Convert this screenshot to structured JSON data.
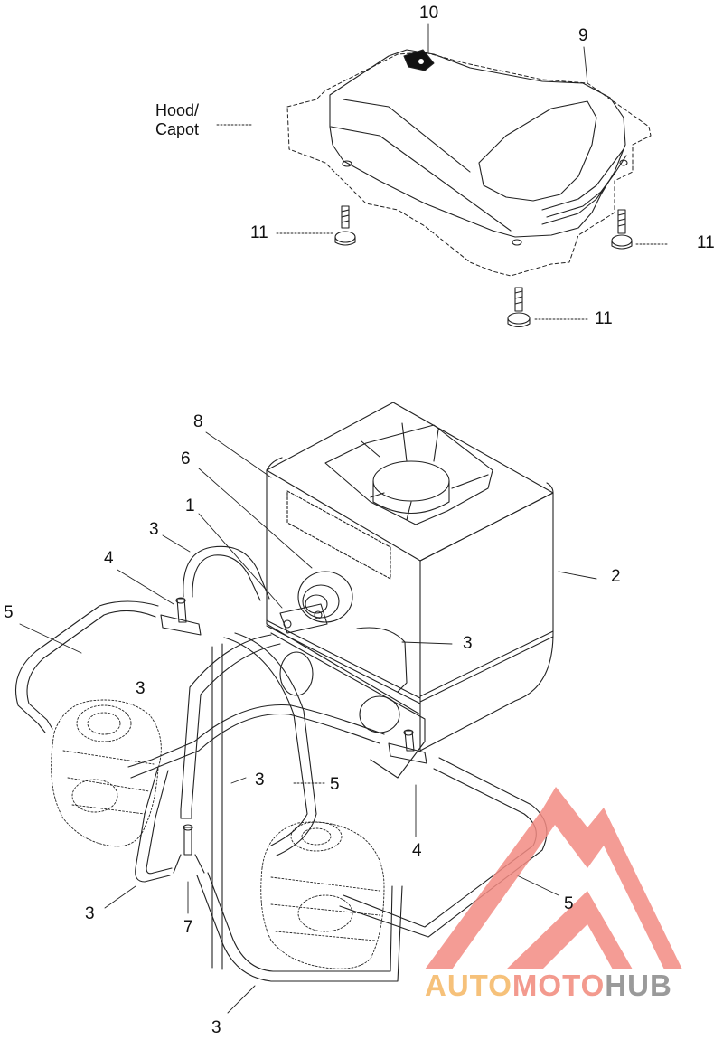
{
  "callouts": {
    "c10": "10",
    "c9": "9",
    "c11a": "11",
    "c11b": "11",
    "c11c": "11",
    "c8": "8",
    "c6": "6",
    "c1": "1",
    "c3a": "3",
    "c4a": "4",
    "c5a": "5",
    "c3b": "3",
    "c2": "2",
    "c3c": "3",
    "c3d": "3",
    "c5b": "5",
    "c4b": "4",
    "c5c": "5",
    "c3e": "3",
    "c7": "7",
    "c3f": "3"
  },
  "hood_label": {
    "line1": "Hood/",
    "line2": "Capot"
  },
  "watermark": {
    "part1": "AUTO",
    "part2": "MOTO",
    "part3": "HUB"
  },
  "colors": {
    "line": "#222222",
    "watermark_red": "#f28b82",
    "watermark_orange": "#f6c17a",
    "watermark_grey": "#9a9a9a"
  }
}
